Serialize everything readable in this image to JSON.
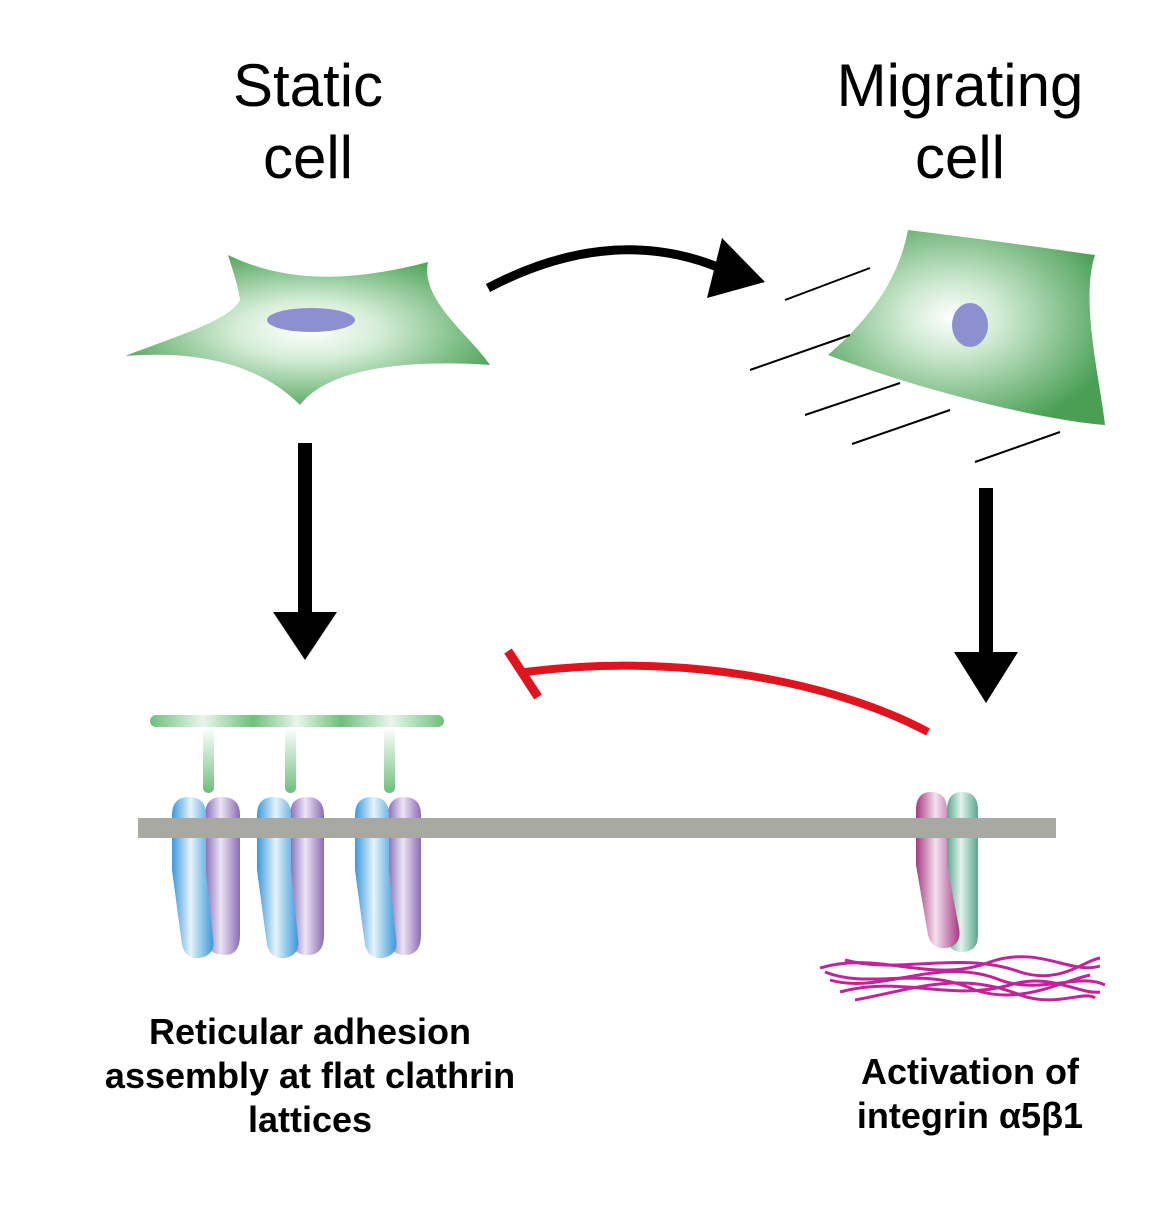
{
  "labels": {
    "static_cell": "Static\ncell",
    "migrating_cell": "Migrating\ncell",
    "reticular": "Reticular adhesion\nassembly at flat clathrin\nlattices",
    "activation": "Activation of\nintegrin α5β1"
  },
  "colors": {
    "cell_green": "#4fa45a",
    "nucleus": "#8c90cf",
    "membrane": "#a9a9a3",
    "arrow": "#000000",
    "inhibition": "#e0141e",
    "integrin_blue": "#3b99dc",
    "integrin_purple": "#8a6cb5",
    "integrin_magenta": "#a63a82",
    "integrin_teal": "#5aa68c",
    "ecm_fibers": "#c2239a",
    "clathrin_green": "#6fbf7d"
  }
}
